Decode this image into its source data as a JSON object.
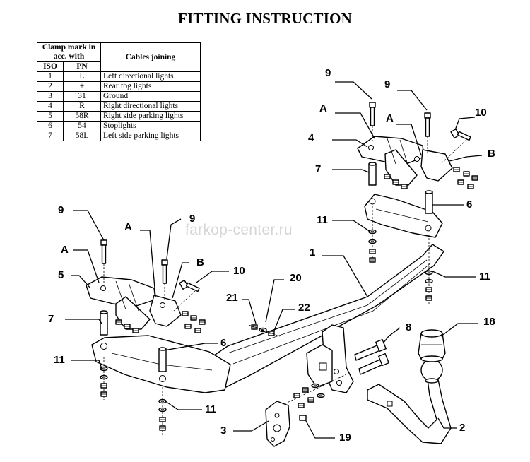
{
  "title": "FITTING INSTRUCTION",
  "table": {
    "header_clamp": "Clamp mark in acc. with",
    "header_cables": "Cables joining",
    "header_iso": "ISO",
    "header_pn": "PN",
    "rows": [
      {
        "iso": "1",
        "pn": "L",
        "desc": "Left directional lights"
      },
      {
        "iso": "2",
        "pn": "+",
        "desc": "Rear fog lights"
      },
      {
        "iso": "3",
        "pn": "31",
        "desc": "Ground"
      },
      {
        "iso": "4",
        "pn": "R",
        "desc": "Right directional lights"
      },
      {
        "iso": "5",
        "pn": "58R",
        "desc": "Right side parking lights"
      },
      {
        "iso": "6",
        "pn": "54",
        "desc": "Stoplights"
      },
      {
        "iso": "7",
        "pn": "58L",
        "desc": "Left side parking lights"
      }
    ]
  },
  "watermark": "farkop-center.ru",
  "callouts": {
    "c9a": "9",
    "c9b": "9",
    "c10a": "10",
    "cAa": "A",
    "cAb": "A",
    "c4": "4",
    "cB_a": "B",
    "c7a": "7",
    "c6a": "6",
    "c11a": "11",
    "c11b": "11",
    "c1": "1",
    "c9c": "9",
    "c9d": "9",
    "cAc": "A",
    "cAd": "A",
    "c5": "5",
    "cB_b": "B",
    "c10b": "10",
    "c20": "20",
    "c21": "21",
    "c22": "22",
    "c7b": "7",
    "c6b": "6",
    "c8": "8",
    "c18": "18",
    "c11c": "11",
    "c11d": "11",
    "c3": "3",
    "c19": "19",
    "c2": "2"
  }
}
